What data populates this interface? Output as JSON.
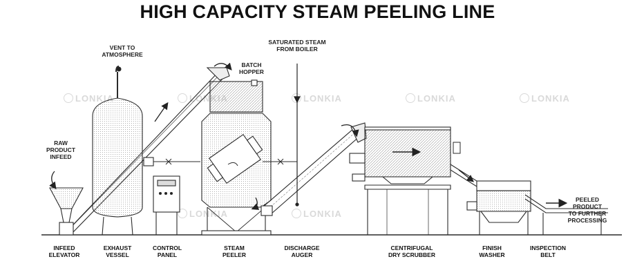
{
  "title": "HIGH CAPACITY STEAM PEELING LINE",
  "watermark": "LONKIA",
  "callouts": {
    "vent": "VENT TO\nATMOSPHERE",
    "steam": "SATURATED STEAM\nFROM BOILER",
    "hopper": "BATCH\nHOPPER",
    "raw": "RAW\nPRODUCT\nINFEED",
    "peeled": "PEELED\nPRODUCT\nTO FURTHER\nPROCESSING"
  },
  "stations": [
    {
      "id": "infeed-elevator",
      "label": "INFEED\nELEVATOR"
    },
    {
      "id": "exhaust-vessel",
      "label": "EXHAUST\nVESSEL"
    },
    {
      "id": "control-panel",
      "label": "CONTROL\nPANEL"
    },
    {
      "id": "steam-peeler",
      "label": "STEAM\nPEELER"
    },
    {
      "id": "discharge-auger",
      "label": "DISCHARGE\nAUGER"
    },
    {
      "id": "centrifugal-dry-scrubber",
      "label": "CENTRIFUGAL\nDRY SCRUBBER"
    },
    {
      "id": "finish-washer",
      "label": "FINISH\nWASHER"
    },
    {
      "id": "inspection-belt",
      "label": "INSPECTION\nBELT"
    }
  ],
  "colors": {
    "line": "#2a2a2a",
    "hatch": "#9a9a9a",
    "watermark": "#d9d9d9"
  }
}
